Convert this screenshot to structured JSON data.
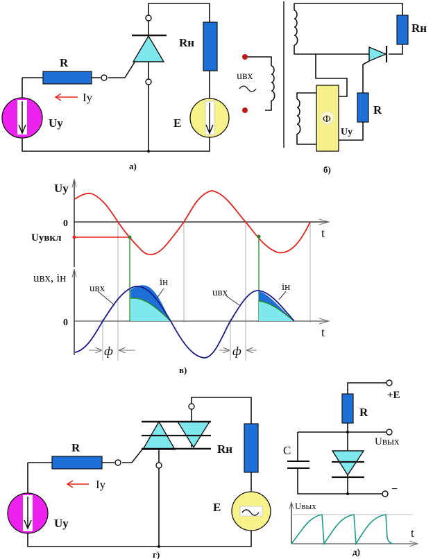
{
  "panels": {
    "a": {
      "caption": "а)",
      "resistor_label": "R",
      "load_label": "Rн",
      "current_label": "Iу",
      "control_source_label": "Uу",
      "supply_label": "E"
    },
    "b": {
      "caption": "б)",
      "input_label": "uвх",
      "load_label": "Rн",
      "resistor_label": "R",
      "phase_shifter_label": "Ф",
      "control_label": "Uу"
    },
    "v": {
      "caption": "в)",
      "upper_axis_label": "Uу",
      "zero_label": "0",
      "threshold_label": "Uувкл",
      "time_label": "t",
      "lower_axis_label": "uвх, iн",
      "lower_zero_label": "0",
      "lower_time_label": "t",
      "input_curve_label": "uвх",
      "load_current_label": "iн",
      "phase_label": "ф"
    },
    "g": {
      "caption": "г)",
      "resistor_label": "R",
      "load_label": "Rн",
      "current_label": "Iу",
      "control_source_label": "Uу",
      "supply_label": "E"
    },
    "d": {
      "caption": "д)",
      "resistor_label": "R",
      "supply_label": "+E",
      "output_label": "Uвых",
      "capacitor_label": "C",
      "minus_label": "−",
      "graph_axis_label": "Uвых",
      "graph_time_label": "t"
    }
  },
  "colors": {
    "resistor": "#1e6fd8",
    "thyristor": "#7fe8ee",
    "control_source": "#ee22ee",
    "supply_source": "#f7f28a",
    "phase_shifter": "#f6f08a",
    "control_curve": "#e8201e",
    "input_curve": "#1a1a8a",
    "trigger_line": "#2a8a2a",
    "current_fill_dark": "#1e6fd8",
    "current_fill_light": "#7fe8ee",
    "sawtooth": "#1a9a8a"
  }
}
